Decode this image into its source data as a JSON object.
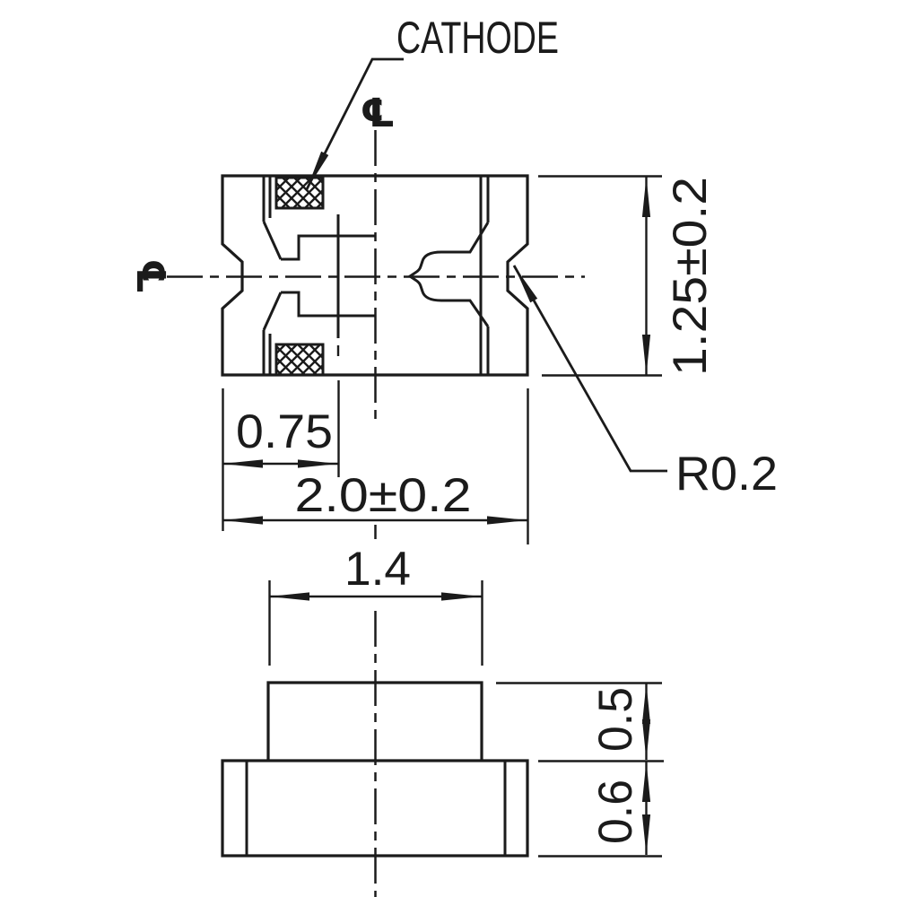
{
  "drawing": {
    "cathode_label": "CATHODE",
    "radius_label": "R0.2",
    "centerline_symbol_top": "℄",
    "centerline_symbol_left": "℄",
    "top_view": {
      "width_dim": "2.0±0.2",
      "height_dim": "1.25±0.2",
      "cathode_pad_dim": "0.75"
    },
    "side_view": {
      "lens_width_dim": "1.4",
      "lens_height_dim": "0.5",
      "base_height_dim": "0.6"
    },
    "line_color": "#1b1b1b",
    "background_color": "#ffffff"
  }
}
